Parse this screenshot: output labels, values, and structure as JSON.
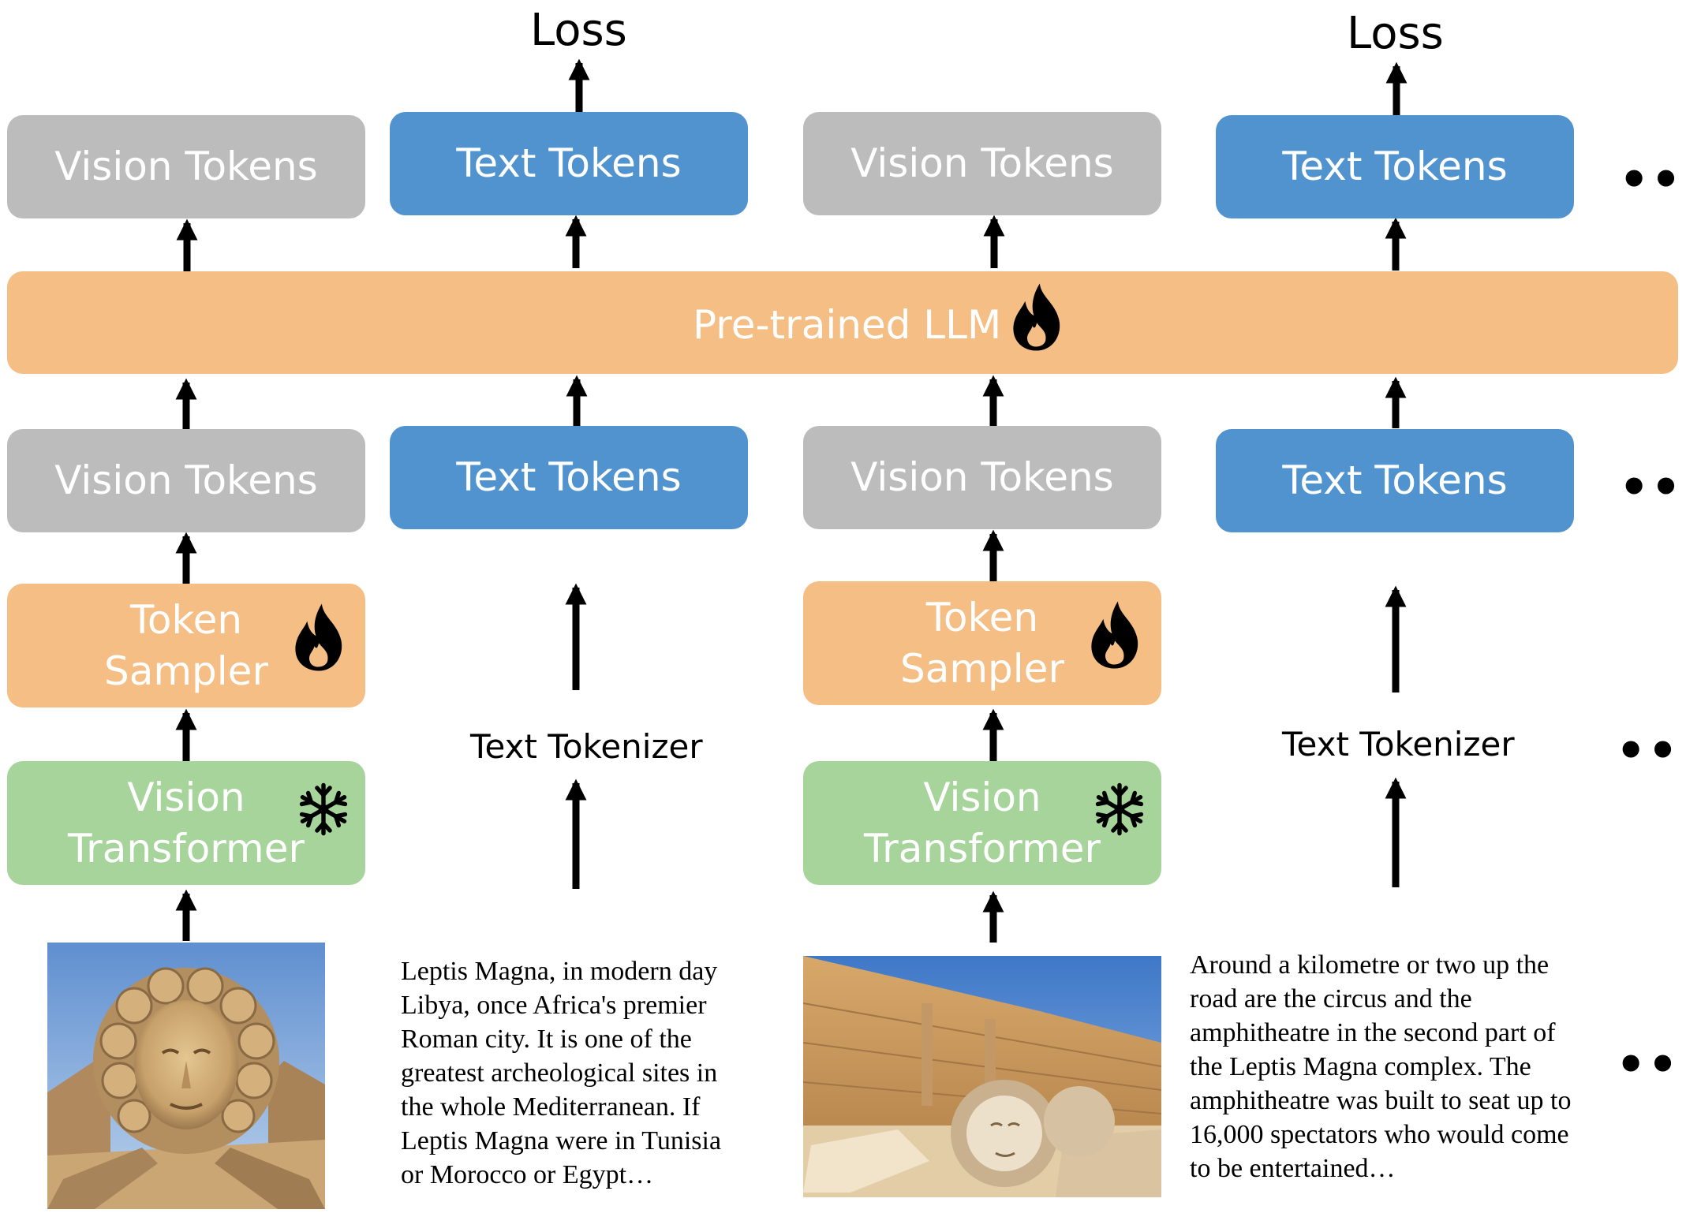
{
  "loss_label": "Loss",
  "vision_tokens": "Vision Tokens",
  "text_tokens": "Text Tokens",
  "llm_label": "Pre-trained LLM",
  "token_sampler": {
    "line1": "Token",
    "line2": "Sampler"
  },
  "vision_transformer": {
    "line1": "Vision",
    "line2": "Transformer"
  },
  "text_tokenizer": "Text Tokenizer",
  "ellipsis": "•••",
  "icons": {
    "trainable": "fire-icon",
    "frozen": "snowflake-icon"
  },
  "colors": {
    "vision_tokens": "#bcbcbc",
    "text_tokens": "#5093cf",
    "trainable": "#f4be85",
    "frozen": "#a6d49b"
  },
  "text_1": [
    "Leptis Magna, in modern day",
    "Libya, once Africa's premier",
    "Roman city. It is one of the",
    "greatest archeological sites in",
    "the whole Mediterranean. If",
    "Leptis Magna were in Tunisia",
    "or Morocco or Egypt…"
  ],
  "text_2": [
    "Around a kilometre or two up the",
    "road are the circus and the",
    "amphitheatre in the second part of",
    "the Leptis Magna complex. The",
    "amphitheatre was built to seat up to",
    "16,000 spectators who would come",
    "to be entertained…"
  ]
}
